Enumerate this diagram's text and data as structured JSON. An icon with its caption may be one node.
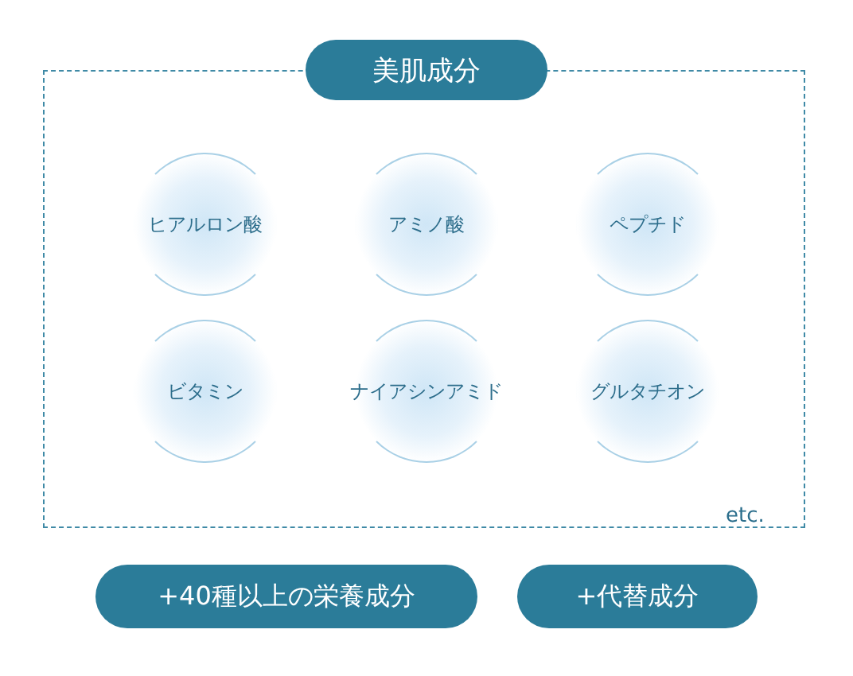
{
  "diagram": {
    "nodes": [
      {
        "text": [],
        "shape": "box"
      },
      {
        "text": [
          "美肌成分"
        ]
      },
      {
        "text": [
          "ヒアルロン酸"
        ],
        "in": 0
      },
      {
        "text": [
          "アミノ酸"
        ],
        "in": 0
      },
      {
        "text": [
          "ペプチド"
        ],
        "in": 0
      },
      {
        "text": [
          "ビタミン"
        ],
        "in": 0
      },
      {
        "text": [
          "ナイアシンアミド"
        ],
        "in": 0
      },
      {
        "text": [
          "グルタチオン"
        ],
        "in": 0
      },
      {
        "text": [
          "+40種以上の栄養成分"
        ]
      },
      {
        "text": [
          "+代替成分"
        ]
      }
    ],
    "labels": [
      "etc."
    ]
  }
}
